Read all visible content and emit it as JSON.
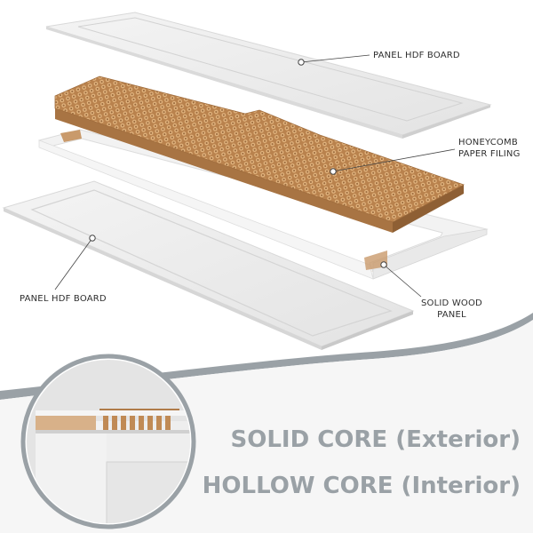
{
  "labels": {
    "top_board": "PANEL HDF BOARD",
    "honeycomb_line1": "HONEYCOMB",
    "honeycomb_line2": "PAPER FILING",
    "bottom_board": "PANEL HDF BOARD",
    "wood_line1": "SOLID WOOD",
    "wood_line2": "PANEL"
  },
  "headline": {
    "line1": "SOLID CORE (Exterior)",
    "line2": "HOLLOW CORE (Interior)"
  },
  "colors": {
    "board": "#ececec",
    "board_edge": "#d6d6d6",
    "honeycomb": "#c08a55",
    "honeycomb_dark": "#8e5f34",
    "wood": "#d4aa7f",
    "accent_wave": "#9aa1a6",
    "headline": "#9aa1a6"
  }
}
